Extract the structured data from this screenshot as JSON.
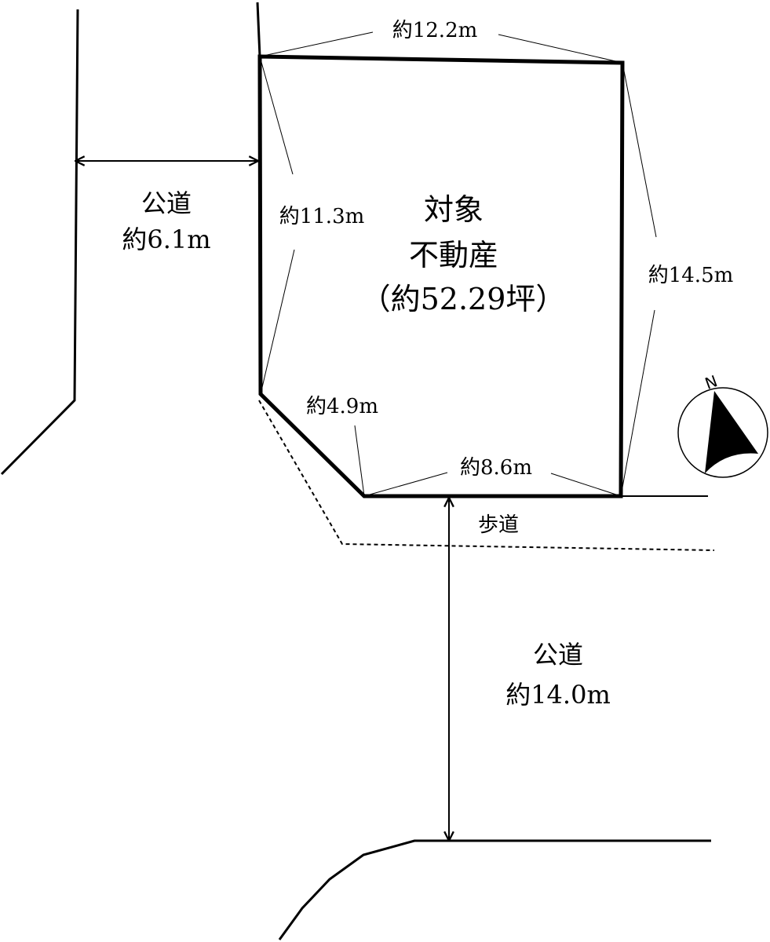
{
  "property": {
    "title_line1": "対象",
    "title_line2": "不動産",
    "area": "（約52.29坪）"
  },
  "dimensions": {
    "top": "約12.2m",
    "left": "約11.3m",
    "right": "約14.5m",
    "corner": "約4.9m",
    "bottom": "約8.6m"
  },
  "west_road": {
    "name": "公道",
    "width": "約6.1m"
  },
  "south_road": {
    "name": "公道",
    "width": "約14.0m"
  },
  "sidewalk": {
    "name": "歩道"
  },
  "compass": {
    "label": "N",
    "icon": "north-arrow-icon"
  }
}
